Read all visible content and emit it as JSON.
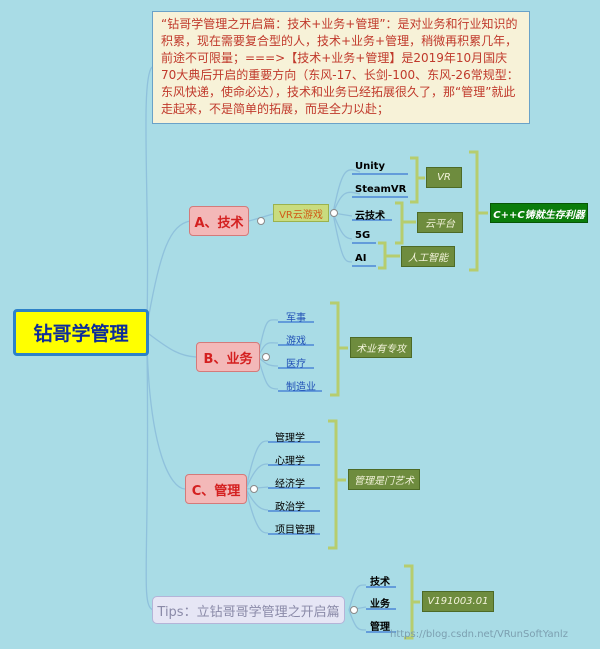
{
  "colors": {
    "background": "#a9dce6",
    "root_fill": "#ffff00",
    "branch_fill": "#f3b8b8",
    "tag_fill": "#6e8c3e",
    "final_fill": "#0b7d0b",
    "connector": "#8fc1dc",
    "bracket": "#b6cd6e"
  },
  "intro_text": "“钻哥学管理之开启篇：技术+业务+管理”：是对业务和行业知识的积累，现在需要复合型的人，技术+业务+管理，稍微再积累几年，前途不可限量；===>【技术+业务+管理】是2019年10月国庆70大典后开启的重要方向（东风-17、长剑-100、东风-26常规型：东风快递，使命必达），技术和业务已经拓展很久了，那“管理”就此走起来，不是简单的拓展，而是全力以赴；",
  "root": "钻哥学管理",
  "branches": {
    "tech": {
      "label": "A、技术",
      "sub": "VR云游戏",
      "items": [
        "Unity",
        "SteamVR",
        "云技术",
        "5G",
        "AI"
      ],
      "tags": [
        "VR",
        "云平台",
        "人工智能"
      ],
      "final": "C++C铸就生存利器"
    },
    "business": {
      "label": "B、业务",
      "items": [
        "军事",
        "游戏",
        "医疗",
        "制造业"
      ],
      "tag": "术业有专攻"
    },
    "management": {
      "label": "C、管理",
      "items": [
        "管理学",
        "心理学",
        "经济学",
        "政治学",
        "项目管理"
      ],
      "tag": "管理是门艺术"
    },
    "tips": {
      "label": "Tips：立钻哥哥学管理之开启篇",
      "items": [
        "技术",
        "业务",
        "管理"
      ],
      "tag": "V191003.01"
    }
  },
  "watermark": "https://blog.csdn.net/VRunSoftYanlz"
}
